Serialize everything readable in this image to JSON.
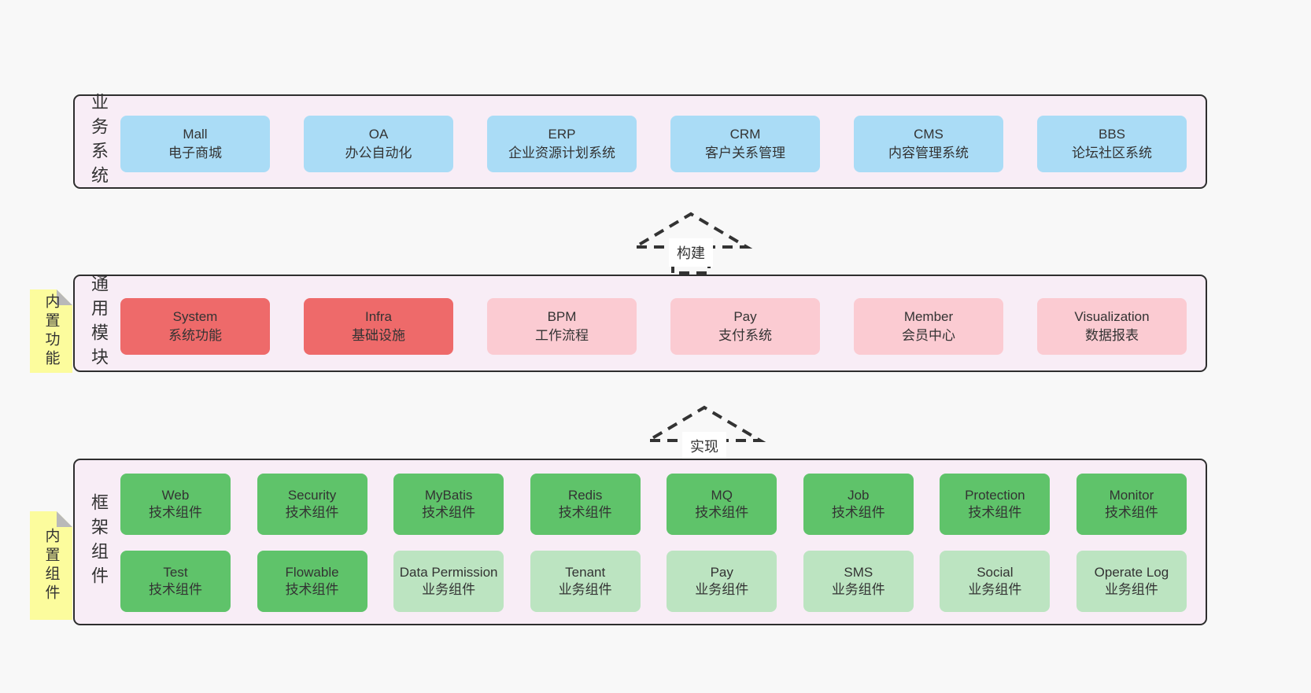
{
  "colors": {
    "page_background": "#f8f8f8",
    "section_background": "#f8edf6",
    "section_border": "#2e2e2e",
    "blue_box": "#aadcf6",
    "red_box": "#ee6a6a",
    "pink_box": "#fbcbd2",
    "green_box": "#5fc36a",
    "light_green_box": "#bce4c1",
    "sticky_note": "#fcfc9d",
    "note_fold": "#b9b9b9"
  },
  "arrows": {
    "build": {
      "label": "构建"
    },
    "implement": {
      "label": "实现"
    }
  },
  "sections": {
    "business": {
      "label": "业务系统",
      "boxes": [
        {
          "name": "Mall",
          "desc": "电子商城",
          "type": "blue"
        },
        {
          "name": "OA",
          "desc": "办公自动化",
          "type": "blue"
        },
        {
          "name": "ERP",
          "desc": "企业资源计划系统",
          "type": "blue"
        },
        {
          "name": "CRM",
          "desc": "客户关系管理",
          "type": "blue"
        },
        {
          "name": "CMS",
          "desc": "内容管理系统",
          "type": "blue"
        },
        {
          "name": "BBS",
          "desc": "论坛社区系统",
          "type": "blue"
        }
      ]
    },
    "modules": {
      "label": "通用模块",
      "note": "内置功能",
      "boxes": [
        {
          "name": "System",
          "desc": "系统功能",
          "type": "red"
        },
        {
          "name": "Infra",
          "desc": "基础设施",
          "type": "red"
        },
        {
          "name": "BPM",
          "desc": "工作流程",
          "type": "pink"
        },
        {
          "name": "Pay",
          "desc": "支付系统",
          "type": "pink"
        },
        {
          "name": "Member",
          "desc": "会员中心",
          "type": "pink"
        },
        {
          "name": "Visualization",
          "desc": "数据报表",
          "type": "pink"
        }
      ]
    },
    "framework": {
      "label": "框架组件",
      "note": "内置组件",
      "rows": [
        [
          {
            "name": "Web",
            "desc": "技术组件",
            "type": "green"
          },
          {
            "name": "Security",
            "desc": "技术组件",
            "type": "green"
          },
          {
            "name": "MyBatis",
            "desc": "技术组件",
            "type": "green"
          },
          {
            "name": "Redis",
            "desc": "技术组件",
            "type": "green"
          },
          {
            "name": "MQ",
            "desc": "技术组件",
            "type": "green"
          },
          {
            "name": "Job",
            "desc": "技术组件",
            "type": "green"
          },
          {
            "name": "Protection",
            "desc": "技术组件",
            "type": "green"
          },
          {
            "name": "Monitor",
            "desc": "技术组件",
            "type": "green"
          }
        ],
        [
          {
            "name": "Test",
            "desc": "技术组件",
            "type": "green"
          },
          {
            "name": "Flowable",
            "desc": "技术组件",
            "type": "green"
          },
          {
            "name": "Data Permission",
            "desc": "业务组件",
            "type": "green-light"
          },
          {
            "name": "Tenant",
            "desc": "业务组件",
            "type": "green-light"
          },
          {
            "name": "Pay",
            "desc": "业务组件",
            "type": "green-light"
          },
          {
            "name": "SMS",
            "desc": "业务组件",
            "type": "green-light"
          },
          {
            "name": "Social",
            "desc": "业务组件",
            "type": "green-light"
          },
          {
            "name": "Operate Log",
            "desc": "业务组件",
            "type": "green-light"
          }
        ]
      ]
    }
  }
}
